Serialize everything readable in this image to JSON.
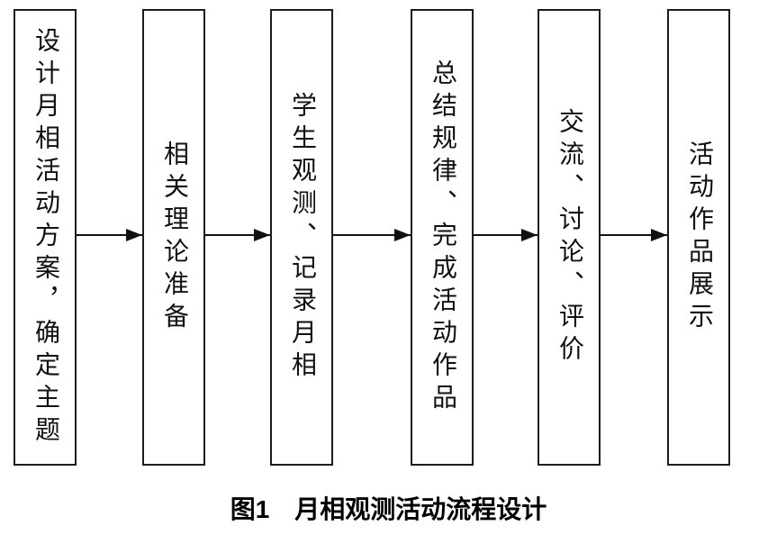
{
  "diagram": {
    "boxes": [
      {
        "label": "设计月相活动方案，确定主题"
      },
      {
        "label": "相关理论准备"
      },
      {
        "label": "学生观测、记录月相"
      },
      {
        "label": "总结规律、完成活动作品"
      },
      {
        "label": "交流、讨论、评价"
      },
      {
        "label": "活动作品展示"
      }
    ],
    "caption": {
      "label": "图1",
      "title": "月相观测活动流程设计"
    }
  }
}
